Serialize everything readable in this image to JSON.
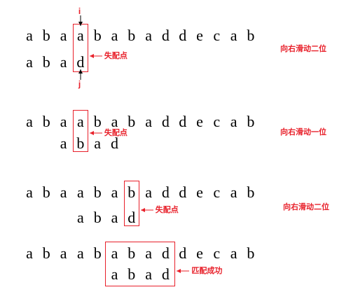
{
  "steps": [
    {
      "main": [
        "a",
        "b",
        "a",
        "a",
        "b",
        "a",
        "b",
        "a",
        "d",
        "d",
        "e",
        "c",
        "a",
        "b"
      ],
      "pattern": [
        "a",
        "b",
        "a",
        "d"
      ],
      "callout": "失配点",
      "note": "向右滑动二位",
      "pointer_i": "i",
      "pointer_j": "j"
    },
    {
      "main": [
        "a",
        "b",
        "a",
        "a",
        "b",
        "a",
        "b",
        "a",
        "d",
        "d",
        "e",
        "c",
        "a",
        "b"
      ],
      "pattern": [
        "a",
        "b",
        "a",
        "d"
      ],
      "callout": "失配点",
      "note": "向右滑动一位"
    },
    {
      "main": [
        "a",
        "b",
        "a",
        "a",
        "b",
        "a",
        "b",
        "a",
        "d",
        "d",
        "e",
        "c",
        "a",
        "b"
      ],
      "pattern": [
        "a",
        "b",
        "a",
        "d"
      ],
      "callout": "失配点",
      "note": "向右滑动二位"
    },
    {
      "main": [
        "a",
        "b",
        "a",
        "a",
        "b",
        "a",
        "b",
        "a",
        "d",
        "d",
        "e",
        "c",
        "a",
        "b"
      ],
      "pattern": [
        "a",
        "b",
        "a",
        "d"
      ],
      "callout": "匹配成功"
    }
  ],
  "colors": {
    "accent": "#e8202a",
    "text": "#000000"
  }
}
